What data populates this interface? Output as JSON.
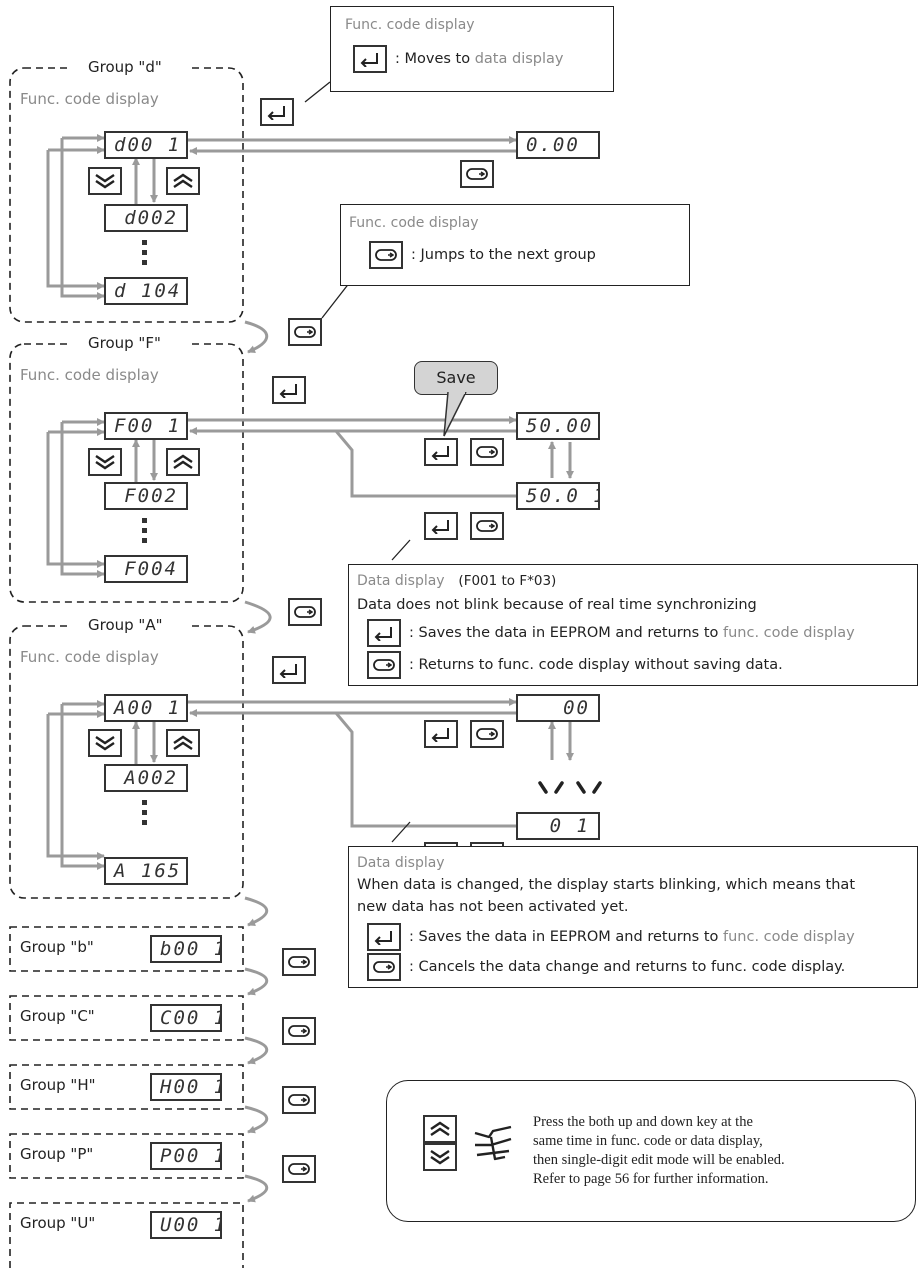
{
  "groups": {
    "d": {
      "label": "Group \"d\"",
      "subtitle": "Func. code display",
      "codes": [
        "d00 1",
        "d002",
        "d 104"
      ]
    },
    "F": {
      "label": "Group \"F\"",
      "subtitle": "Func. code display",
      "codes": [
        "F00 1",
        "F002",
        "F004"
      ]
    },
    "A": {
      "label": "Group \"A\"",
      "subtitle": "Func. code display",
      "codes": [
        "A00 1",
        "A002",
        "A 165"
      ]
    }
  },
  "small_groups": [
    {
      "label": "Group \"b\"",
      "code": "b00 1"
    },
    {
      "label": "Group \"C\"",
      "code": "C00 1"
    },
    {
      "label": "Group \"H\"",
      "code": "H00 1"
    },
    {
      "label": "Group \"P\"",
      "code": "P00 1"
    },
    {
      "label": "Group \"U\"",
      "code": "U00 1"
    }
  ],
  "data_displays": {
    "d_value": "0.00",
    "f_value": "50.00",
    "f_value_edited": "50.0 1",
    "a_value": "00",
    "a_value_edited": "0 1"
  },
  "callouts": {
    "moves": {
      "title": "Func. code display",
      "text": ": Moves to ",
      "text_link": "data display"
    },
    "jumps": {
      "title": "Func. code display",
      "text": ": Jumps to the next group"
    },
    "save_bubble": "Save",
    "f_data": {
      "title": "Data display",
      "title_range": "(F001 to F*03)",
      "line1": "Data does not blink because of real time synchronizing",
      "line2": ": Saves the data in EEPROM and returns to ",
      "line2_link": "func. code display",
      "line3": ": Returns to func. code display without saving data."
    },
    "a_data": {
      "title": "Data display",
      "line1": "When data is changed, the display starts blinking, which means that",
      "line2": "new data has not been activated yet.",
      "line3": ": Saves the data in EEPROM and returns to ",
      "line3_link": "func. code display",
      "line4": ": Cancels the data change and returns to func. code display."
    }
  },
  "tip": {
    "line1": "Press the both up and down key at the",
    "line2": "same time in func. code or data display,",
    "line3": "then single-digit edit mode will be enabled.",
    "line4": "Refer to page 56 for further information."
  },
  "icons": [
    "enter-key-icon",
    "escape-key-icon",
    "up-key-icon",
    "down-key-icon",
    "hand-press-icon"
  ],
  "colors": {
    "arrow": "#9a9a9a",
    "text_gray": "#8a8a8a",
    "border": "#333333",
    "bubble": "#d4d4d4"
  }
}
